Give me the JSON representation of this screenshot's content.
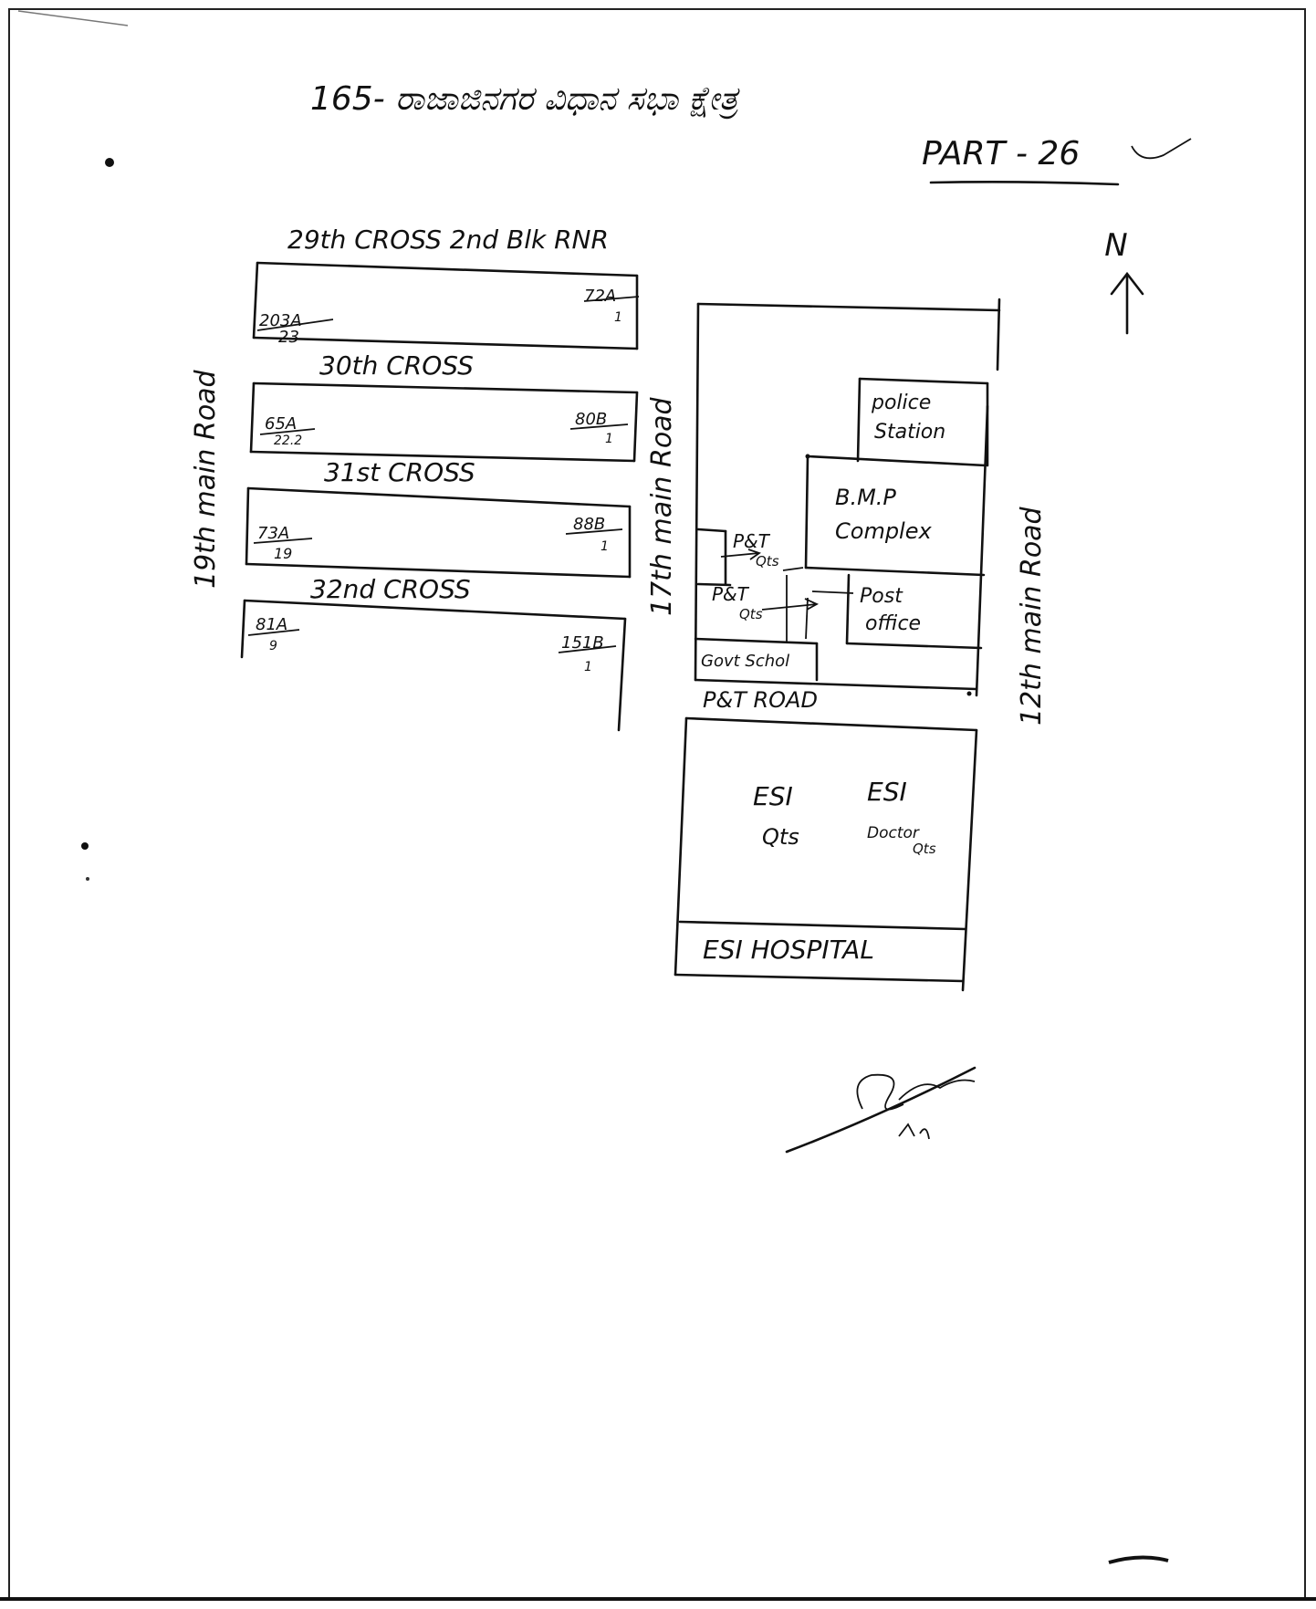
{
  "header": {
    "title": "165- ರಾಜಾಜಿನಗರ ವಿಧಾನ ಸಭಾ ಕ್ಷೇತ್ರ",
    "part": "PART - 26"
  },
  "north": {
    "label": "N"
  },
  "roads": {
    "cross_29": "29th CROSS 2nd Blk RNR",
    "cross_30": "30th CROSS",
    "cross_31": "31st CROSS",
    "cross_32": "32nd CROSS",
    "main_19": "19th main Road",
    "main_17": "17th main Road",
    "main_12": "12th main Road",
    "pgt_road": "P&T ROAD"
  },
  "blocks": [
    {
      "left_num": "203A",
      "left_den": "23",
      "right_num": "72A",
      "right_den": "1"
    },
    {
      "left_num": "65A",
      "left_den": "22.2",
      "right_num": "80B",
      "right_den": "1"
    },
    {
      "left_num": "73A",
      "left_den": "19",
      "right_num": "88B",
      "right_den": "1"
    },
    {
      "left_num": "81A",
      "left_den": "9",
      "right_num": "151B",
      "right_den": "1"
    }
  ],
  "buildings": {
    "police_line1": "police",
    "police_line2": "Station",
    "bmp_line1": "B.M.P",
    "bmp_line2": "Complex",
    "post_line1": "Post",
    "post_line2": "office",
    "pat_q1": "P&T",
    "pat_q2": "Qts",
    "pgt_q1": "P&T",
    "pgt_q2": "Qts",
    "school": "Govt Schol",
    "esi_1": "ESI",
    "esi_qts": "Qts",
    "esi_2": "ESI",
    "esi_doctor": "Doctor",
    "esi_doctor_qts": "Qts",
    "esi_hospital": "ESI HOSPITAL"
  }
}
